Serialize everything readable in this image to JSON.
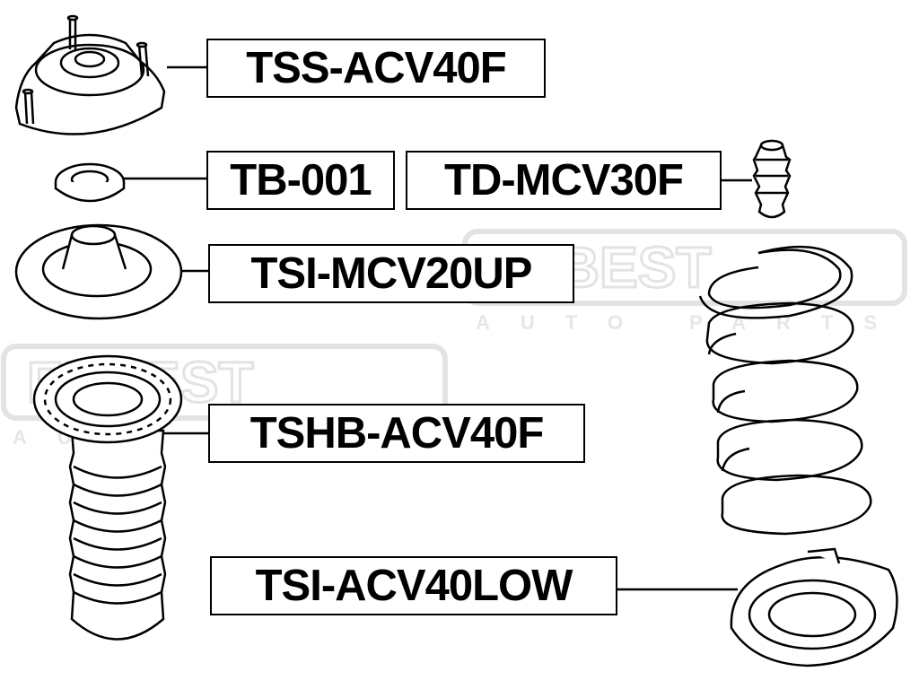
{
  "labels": {
    "tss": "TSS-ACV40F",
    "tb": "TB-001",
    "td": "TD-MCV30F",
    "tsi_up": "TSI-MCV20UP",
    "tshb": "TSHB-ACV40F",
    "tsi_low": "TSI-ACV40LOW"
  },
  "watermark": {
    "brand": "FEBEST",
    "sub": "AUTO PARTS"
  },
  "colors": {
    "line": "#000000",
    "background": "#ffffff",
    "watermark": "#e6e6e6"
  }
}
